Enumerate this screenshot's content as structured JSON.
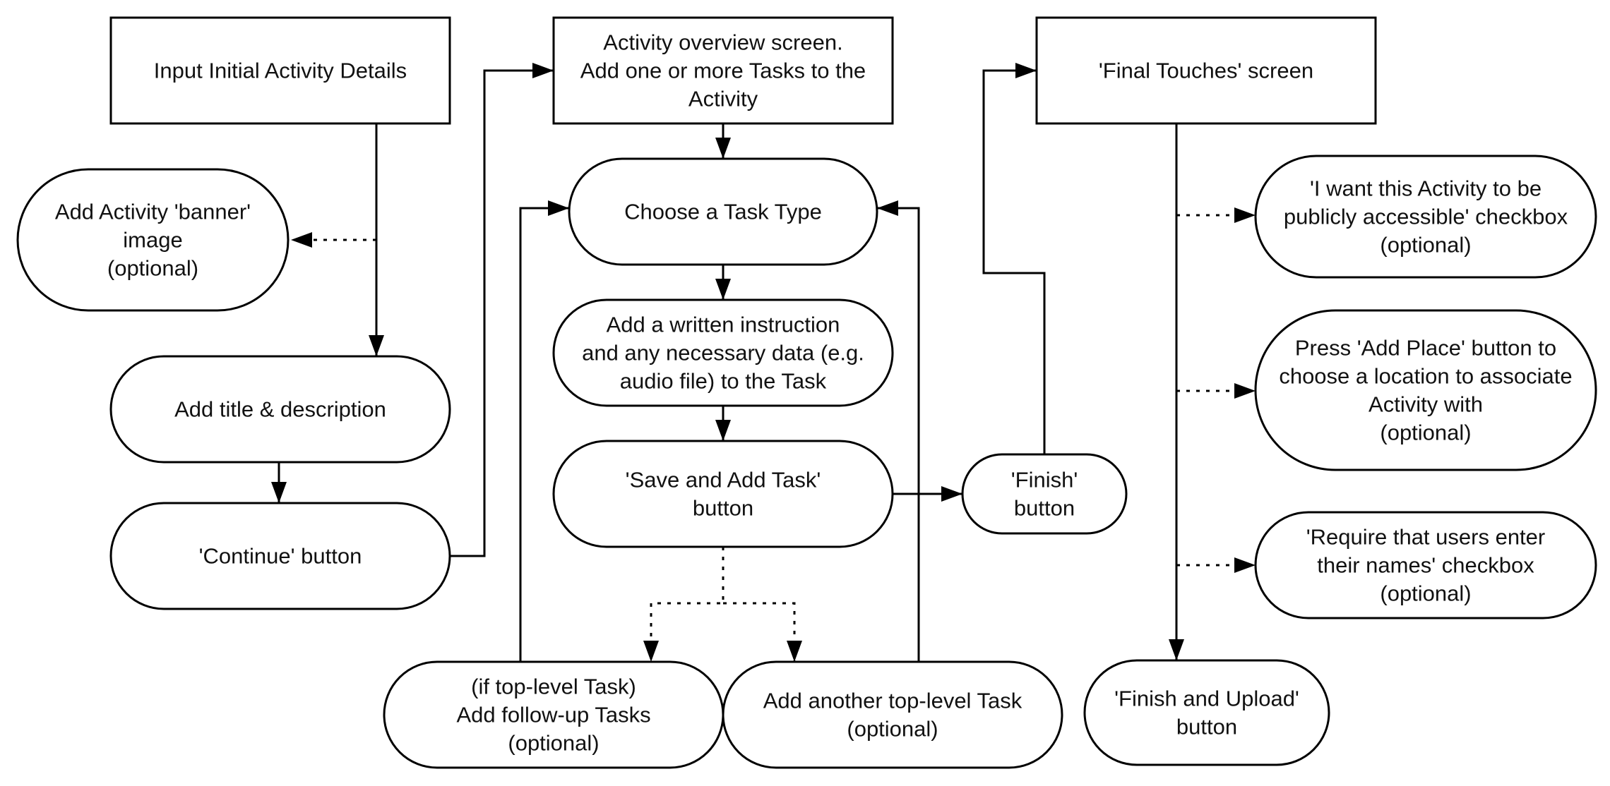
{
  "nodes": {
    "input_details": {
      "shape": "rect",
      "lines": [
        "Input Initial Activity Details"
      ]
    },
    "banner": {
      "shape": "pill",
      "lines": [
        "Add Activity 'banner'",
        "image",
        "(optional)"
      ]
    },
    "title_desc": {
      "shape": "pill",
      "lines": [
        "Add title & description"
      ]
    },
    "continue_btn": {
      "shape": "pill",
      "lines": [
        "'Continue' button"
      ]
    },
    "overview": {
      "shape": "rect",
      "lines": [
        "Activity overview screen.",
        "Add one or more Tasks to the",
        "Activity"
      ]
    },
    "task_type": {
      "shape": "pill",
      "lines": [
        "Choose a Task Type"
      ]
    },
    "instruction": {
      "shape": "pill",
      "lines": [
        "Add a written instruction",
        "and any necessary data (e.g.",
        "audio file) to the Task"
      ]
    },
    "save_add": {
      "shape": "pill",
      "lines": [
        "'Save and Add Task'",
        "button"
      ]
    },
    "followup": {
      "shape": "pill",
      "lines": [
        "(if top-level Task)",
        "Add follow-up Tasks",
        "(optional)"
      ]
    },
    "another": {
      "shape": "pill",
      "lines": [
        "Add another top-level Task",
        "(optional)"
      ]
    },
    "finish_btn": {
      "shape": "pill",
      "lines": [
        "'Finish'",
        "button"
      ]
    },
    "final_touches": {
      "shape": "rect",
      "lines": [
        "'Final Touches' screen"
      ]
    },
    "public_cb": {
      "shape": "pill",
      "lines": [
        "'I want this Activity to be",
        "publicly accessible' checkbox",
        "(optional)"
      ]
    },
    "add_place": {
      "shape": "pill",
      "lines": [
        "Press 'Add Place' button to",
        "choose a location to associate",
        "Activity with",
        "(optional)"
      ]
    },
    "names_cb": {
      "shape": "pill",
      "lines": [
        "'Require that users enter",
        "their names' checkbox",
        "(optional)"
      ]
    },
    "finish_upload": {
      "shape": "pill",
      "lines": [
        "'Finish and Upload'",
        "button"
      ]
    }
  },
  "edges": [
    {
      "from": "input_details",
      "to": "title_desc",
      "style": "solid"
    },
    {
      "from": "input_details",
      "to": "banner",
      "style": "dotted"
    },
    {
      "from": "title_desc",
      "to": "continue_btn",
      "style": "solid"
    },
    {
      "from": "continue_btn",
      "to": "overview",
      "style": "solid"
    },
    {
      "from": "overview",
      "to": "task_type",
      "style": "solid"
    },
    {
      "from": "task_type",
      "to": "instruction",
      "style": "solid"
    },
    {
      "from": "instruction",
      "to": "save_add",
      "style": "solid"
    },
    {
      "from": "save_add",
      "to": "followup",
      "style": "dotted"
    },
    {
      "from": "save_add",
      "to": "another",
      "style": "dotted"
    },
    {
      "from": "followup",
      "to": "task_type",
      "style": "solid"
    },
    {
      "from": "another",
      "to": "task_type",
      "style": "solid"
    },
    {
      "from": "save_add",
      "to": "finish_btn",
      "style": "solid"
    },
    {
      "from": "finish_btn",
      "to": "final_touches",
      "style": "solid"
    },
    {
      "from": "final_touches",
      "to": "public_cb",
      "style": "dotted"
    },
    {
      "from": "final_touches",
      "to": "add_place",
      "style": "dotted"
    },
    {
      "from": "final_touches",
      "to": "names_cb",
      "style": "dotted"
    },
    {
      "from": "final_touches",
      "to": "finish_upload",
      "style": "solid"
    }
  ]
}
